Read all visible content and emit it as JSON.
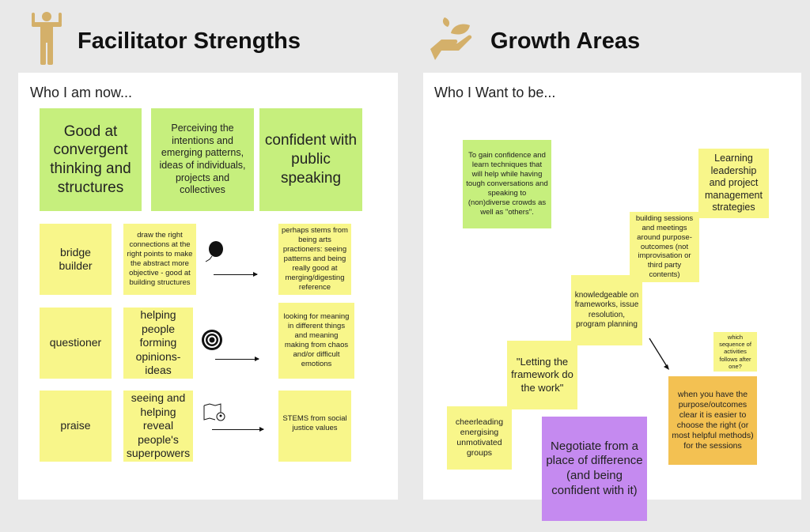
{
  "left": {
    "title": "Facilitator Strengths",
    "icon": "strong-person-icon",
    "subtitle": "Who I am now...",
    "green_notes": [
      "Good at convergent thinking and structures",
      "Perceiving the intentions and emerging patterns, ideas of individuals, projects and collectives",
      "confident with public speaking"
    ],
    "rows": [
      {
        "label": "bridge builder",
        "detail": "draw the right connections at the right points to make the abstract more objective - good at building structures",
        "icon": "balloon-icon",
        "result": "perhaps stems from being arts practioners: seeing patterns and being really good at merging/digesting reference"
      },
      {
        "label": "questioner",
        "detail": "helping people forming opinions-ideas",
        "icon": "target-icon",
        "result": "looking for meaning in different things and meaning making from chaos and/or difficult emotions"
      },
      {
        "label": "praise",
        "detail": "seeing and helping reveal people's superpowers",
        "icon": "map-search-icon",
        "result": "STEMS from social justice values"
      }
    ]
  },
  "right": {
    "title": "Growth Areas",
    "icon": "hand-plant-icon",
    "subtitle": "Who I Want to be...",
    "notes": {
      "confidence": "To gain confidence and learn techniques that will help while having tough conversations and speaking to (non)diverse crowds as well as \"others\".",
      "learning": "Learning leadership and project management strategies",
      "building": "building sessions and meetings around purpose-outcomes (not improvisation or third party contents)",
      "knowledgeable": "knowledgeable on frameworks, issue resolution, program planning",
      "letting": "\"Letting the framework do the work\"",
      "which": "which sequence of activities follows after one?",
      "purpose": "when you have the purpose/outcomes clear it is easier to choose the right (or most helpful methods) for the sessions",
      "cheerleading": "cheerleading energising unmotivated groups",
      "negotiate": "Negotiate from a place of difference (and being confident with it)"
    }
  },
  "colors": {
    "green": "#c6ef7d",
    "yellow": "#f8f68a",
    "orange": "#f3c152",
    "purple": "#c58af0",
    "icon": "#d4b06a"
  }
}
